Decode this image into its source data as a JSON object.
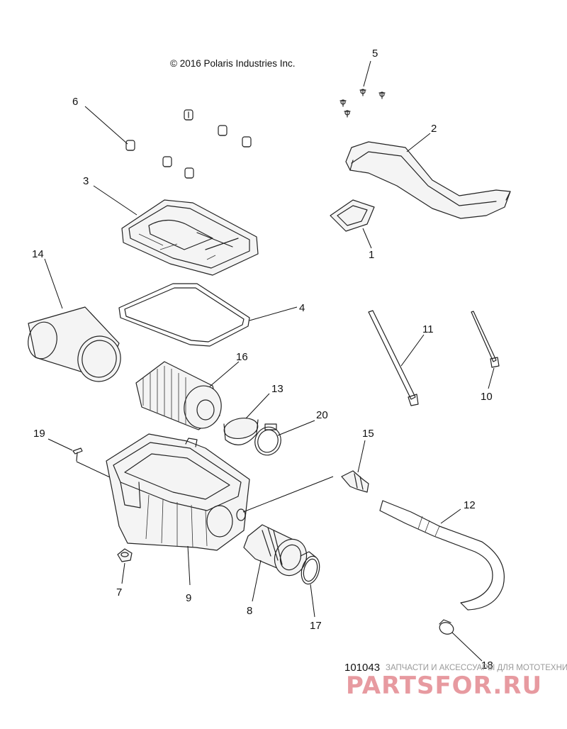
{
  "copyright": "© 2016 Polaris Industries Inc.",
  "drawing_number": "101043",
  "watermark": {
    "line1": "ЗАПЧАСТИ И АКСЕССУАРЫ ДЛЯ МОТОТЕХНИКИ",
    "line2": "PARTSFOR.RU"
  },
  "callouts": [
    {
      "id": "1",
      "label": "1"
    },
    {
      "id": "2",
      "label": "2"
    },
    {
      "id": "3",
      "label": "3"
    },
    {
      "id": "4",
      "label": "4"
    },
    {
      "id": "5",
      "label": "5"
    },
    {
      "id": "6",
      "label": "6"
    },
    {
      "id": "7",
      "label": "7"
    },
    {
      "id": "8",
      "label": "8"
    },
    {
      "id": "9",
      "label": "9"
    },
    {
      "id": "10",
      "label": "10"
    },
    {
      "id": "11",
      "label": "11"
    },
    {
      "id": "12",
      "label": "12"
    },
    {
      "id": "13",
      "label": "13"
    },
    {
      "id": "14",
      "label": "14"
    },
    {
      "id": "15",
      "label": "15"
    },
    {
      "id": "16",
      "label": "16"
    },
    {
      "id": "17",
      "label": "17"
    },
    {
      "id": "18",
      "label": "18"
    },
    {
      "id": "19",
      "label": "19"
    },
    {
      "id": "20",
      "label": "20"
    }
  ]
}
